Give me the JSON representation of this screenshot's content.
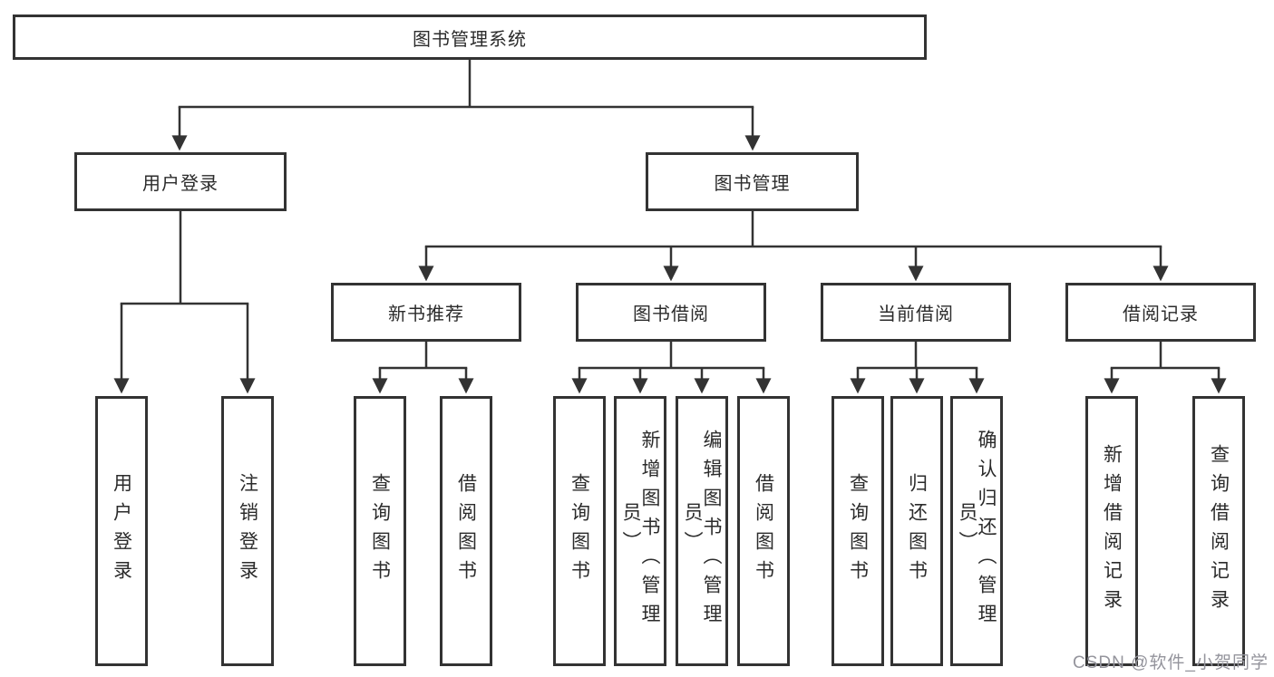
{
  "diagram": {
    "root": {
      "label": "图书管理系统"
    },
    "level2": {
      "user_login_group": {
        "label": "用户登录"
      },
      "book_management": {
        "label": "图书管理"
      }
    },
    "level3": {
      "new_book_recommend": {
        "label": "新书推荐"
      },
      "book_borrowing": {
        "label": "图书借阅"
      },
      "current_borrowing": {
        "label": "当前借阅"
      },
      "borrowing_records": {
        "label": "借阅记录"
      }
    },
    "leaves": {
      "user_login": {
        "label": "用户登录"
      },
      "logout": {
        "label": "注销登录"
      },
      "recommend_query_books": {
        "label": "查询图书"
      },
      "recommend_borrow_books": {
        "label": "借阅图书"
      },
      "borrowing_query_books": {
        "label": "查询图书"
      },
      "borrowing_add_books": {
        "label": "新增图书（管理员）"
      },
      "borrowing_edit_books": {
        "label": "编辑图书（管理员）"
      },
      "borrowing_borrow_books": {
        "label": "借阅图书"
      },
      "current_query_books": {
        "label": "查询图书"
      },
      "current_return_books": {
        "label": "归还图书"
      },
      "current_confirm_return": {
        "label": "确认归还（管理员）"
      },
      "records_add_record": {
        "label": "新增借阅记录"
      },
      "records_query_record": {
        "label": "查询借阅记录"
      }
    },
    "watermark": "CSDN @软件_小贺同学",
    "colors": {
      "line": "#333333",
      "box_border": "#333333",
      "box_background": "#ffffff",
      "text": "#2b2b2b",
      "watermark": "#94949c",
      "background": "#ffffff"
    }
  }
}
